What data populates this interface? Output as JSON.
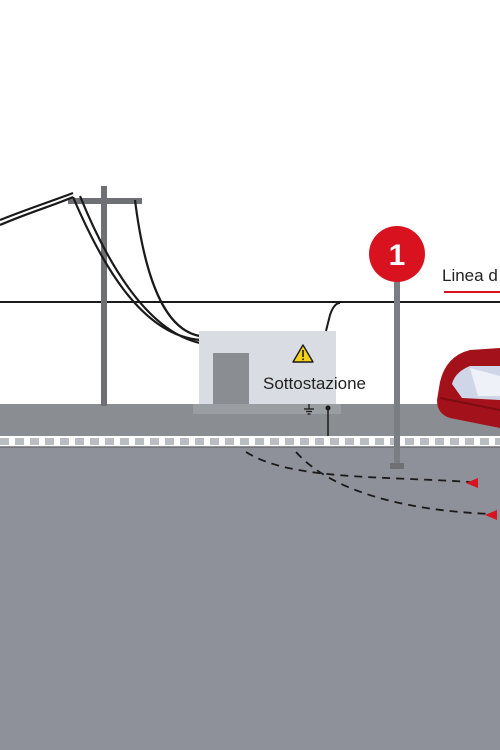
{
  "substation": {
    "label": "Sottostazione"
  },
  "marker": {
    "number": "1"
  },
  "line": {
    "label_partial": "Linea d"
  },
  "colors": {
    "ground": "#8e9199",
    "platform": "#8a8d92",
    "accent_red": "#d8121f",
    "train_red": "#a3121a",
    "pole": "#6e7074",
    "building": "#d9dde3",
    "warning_yellow": "#f5d11a"
  },
  "icons": [
    "warning-icon",
    "ground-icon",
    "arrow-icon"
  ]
}
